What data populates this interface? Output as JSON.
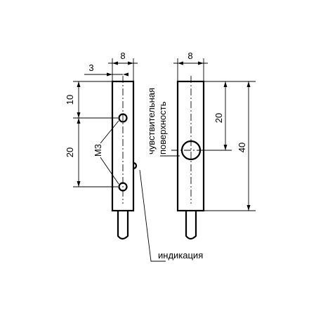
{
  "dimensions": {
    "left_width": "8",
    "left_offset": "3",
    "left_top": "10",
    "left_spacing": "20",
    "right_width": "8",
    "right_sensing_pos": "20",
    "right_length": "40"
  },
  "labels": {
    "thread": "M3",
    "sensing_line1": "чувствительная",
    "sensing_line2": "поверхность",
    "indication": "индикация"
  }
}
